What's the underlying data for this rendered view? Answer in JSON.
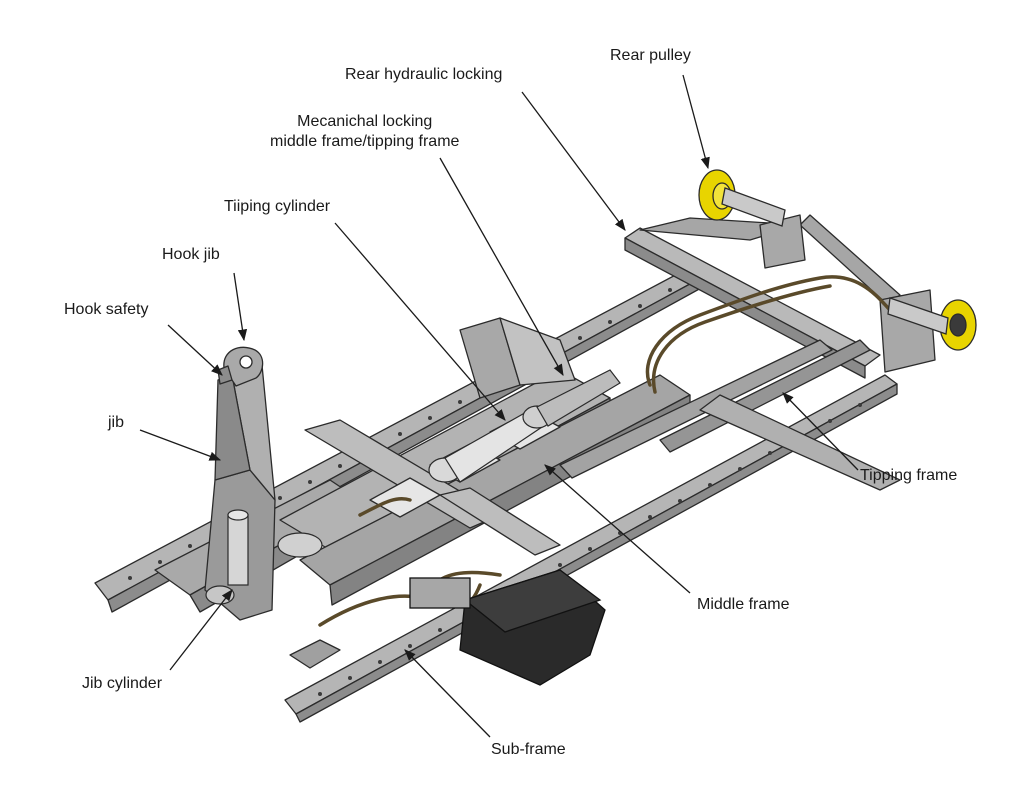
{
  "diagram": {
    "labels": {
      "rear_pulley": "Rear pulley",
      "rear_hydraulic_locking": "Rear hydraulic locking",
      "mechanical_locking": "Mecanichal locking\nmiddle frame/tipping frame",
      "tipping_cylinder": "Tiiping cylinder",
      "hook_jib": "Hook jib",
      "hook_safety": "Hook safety",
      "jib": "jib",
      "tipping_frame": "Tipping frame",
      "middle_frame": "Middle frame",
      "jib_cylinder": "Jib cylinder",
      "sub_frame": "Sub-frame"
    },
    "colors": {
      "frame_fill": "#a9a9a9",
      "frame_dark": "#7d7d7d",
      "frame_light": "#c8c8c8",
      "edge": "#2b2b2b",
      "pulley": "#e8d400",
      "hose": "#5a4a2a",
      "box": "#2a2a2a"
    }
  }
}
